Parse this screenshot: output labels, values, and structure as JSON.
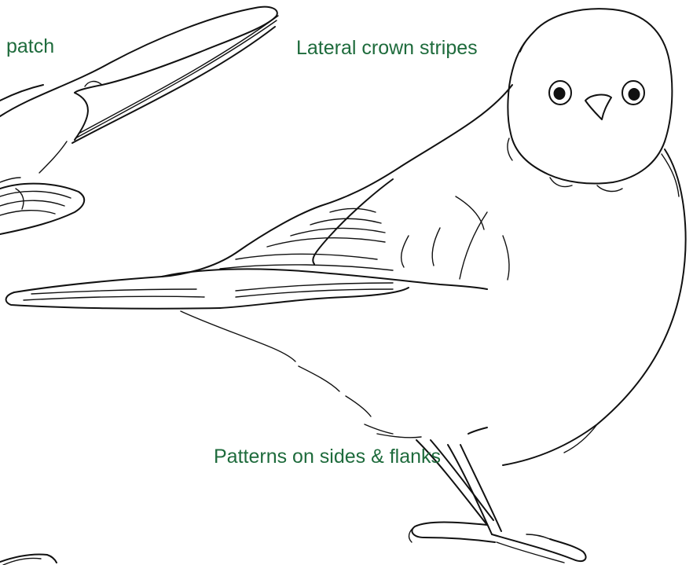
{
  "labels": {
    "patch": "patch",
    "crown": "Lateral crown stripes",
    "flanks": "Patterns on sides & flanks"
  },
  "colors": {
    "label_text": "#1e6b3c",
    "ink": "#111111",
    "background": "#ffffff"
  }
}
